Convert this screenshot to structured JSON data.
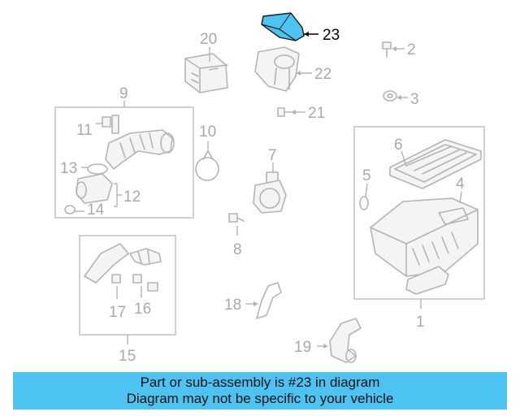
{
  "diagram": {
    "highlight_color": "#4dc3f2",
    "parts": [
      {
        "number": "1"
      },
      {
        "number": "2"
      },
      {
        "number": "3"
      },
      {
        "number": "4"
      },
      {
        "number": "5"
      },
      {
        "number": "6"
      },
      {
        "number": "7"
      },
      {
        "number": "8"
      },
      {
        "number": "9"
      },
      {
        "number": "10"
      },
      {
        "number": "11"
      },
      {
        "number": "12"
      },
      {
        "number": "13"
      },
      {
        "number": "14"
      },
      {
        "number": "15"
      },
      {
        "number": "16"
      },
      {
        "number": "17"
      },
      {
        "number": "18"
      },
      {
        "number": "19"
      },
      {
        "number": "20"
      },
      {
        "number": "21"
      },
      {
        "number": "22"
      },
      {
        "number": "23",
        "highlighted": true
      }
    ]
  },
  "banner": {
    "line1": "Part or sub-assembly is #23 in diagram",
    "line2": "Diagram may not be specific to your vehicle",
    "color": "#4dc3f2"
  }
}
